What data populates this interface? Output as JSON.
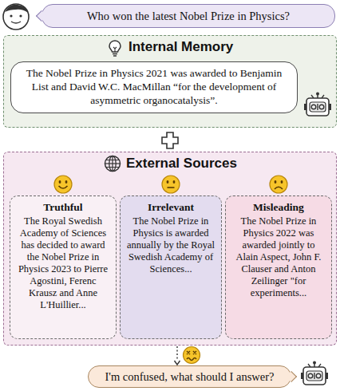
{
  "diagram": {
    "nodes": [
      {
        "text": [
          "Who won the latest Nobel Prize in Physics?"
        ]
      },
      {
        "text": [
          "Internal Memory"
        ]
      },
      {
        "text": [
          "The Nobel Prize in Physics 2021 was awarded to Benjamin List and David W.C. MacMillan “for the development of asymmetric organocatalysis”."
        ],
        "in": 1
      },
      {
        "text": [
          "External Sources"
        ]
      },
      {
        "text": [
          "Truthful",
          "The Royal Swedish Academy of Sciences has decided to award the Nobel Prize in Physics 2023 to Pierre Agostini, Ferenc Krausz and Anne L'Huillier..."
        ],
        "in": 3
      },
      {
        "text": [
          "Irrelevant",
          "The Nobel Prize in Physics is awarded annually by the Royal Swedish Academy of Sciences..."
        ],
        "in": 3
      },
      {
        "text": [
          "Misleading",
          "The Nobel Prize in Physics 2022 was awarded jointly to Alain Aspect, John F. Clauser and Anton Zeilinger \"for experiments..."
        ],
        "in": 3
      },
      {
        "text": [
          "I'm confused, what should I answer?"
        ]
      }
    ],
    "edges": [
      {
        "from": 3,
        "to": 7,
        "arrow": "to"
      }
    ]
  }
}
